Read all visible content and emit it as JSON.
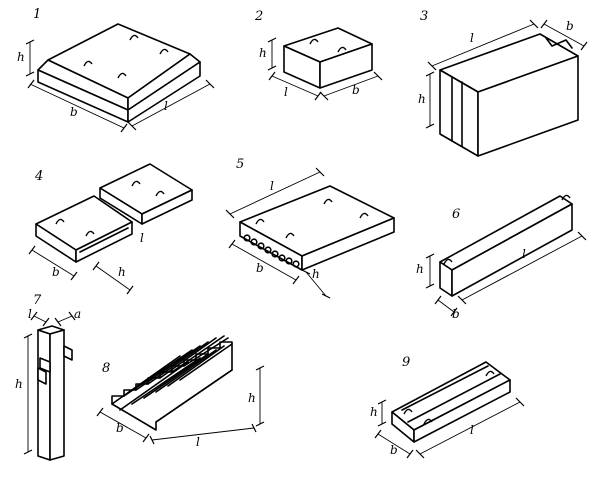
{
  "items": [
    {
      "number": "1",
      "labels": {
        "h": "h",
        "b": "b",
        "l": "l"
      }
    },
    {
      "number": "2",
      "labels": {
        "h": "h",
        "l": "l",
        "b": "b"
      }
    },
    {
      "number": "3",
      "labels": {
        "l": "l",
        "b": "b",
        "h": "h"
      }
    },
    {
      "number": "4",
      "labels": {
        "b": "b",
        "l": "l",
        "h": "h"
      }
    },
    {
      "number": "5",
      "labels": {
        "l": "l",
        "b": "b",
        "h": "h"
      }
    },
    {
      "number": "6",
      "labels": {
        "h": "h",
        "l": "l",
        "b": "b"
      }
    },
    {
      "number": "7",
      "labels": {
        "l": "l",
        "a": "a",
        "h": "h"
      }
    },
    {
      "number": "8",
      "labels": {
        "h": "h",
        "b": "b",
        "l": "l"
      }
    },
    {
      "number": "9",
      "labels": {
        "h": "h",
        "b": "b",
        "l": "l"
      }
    }
  ]
}
